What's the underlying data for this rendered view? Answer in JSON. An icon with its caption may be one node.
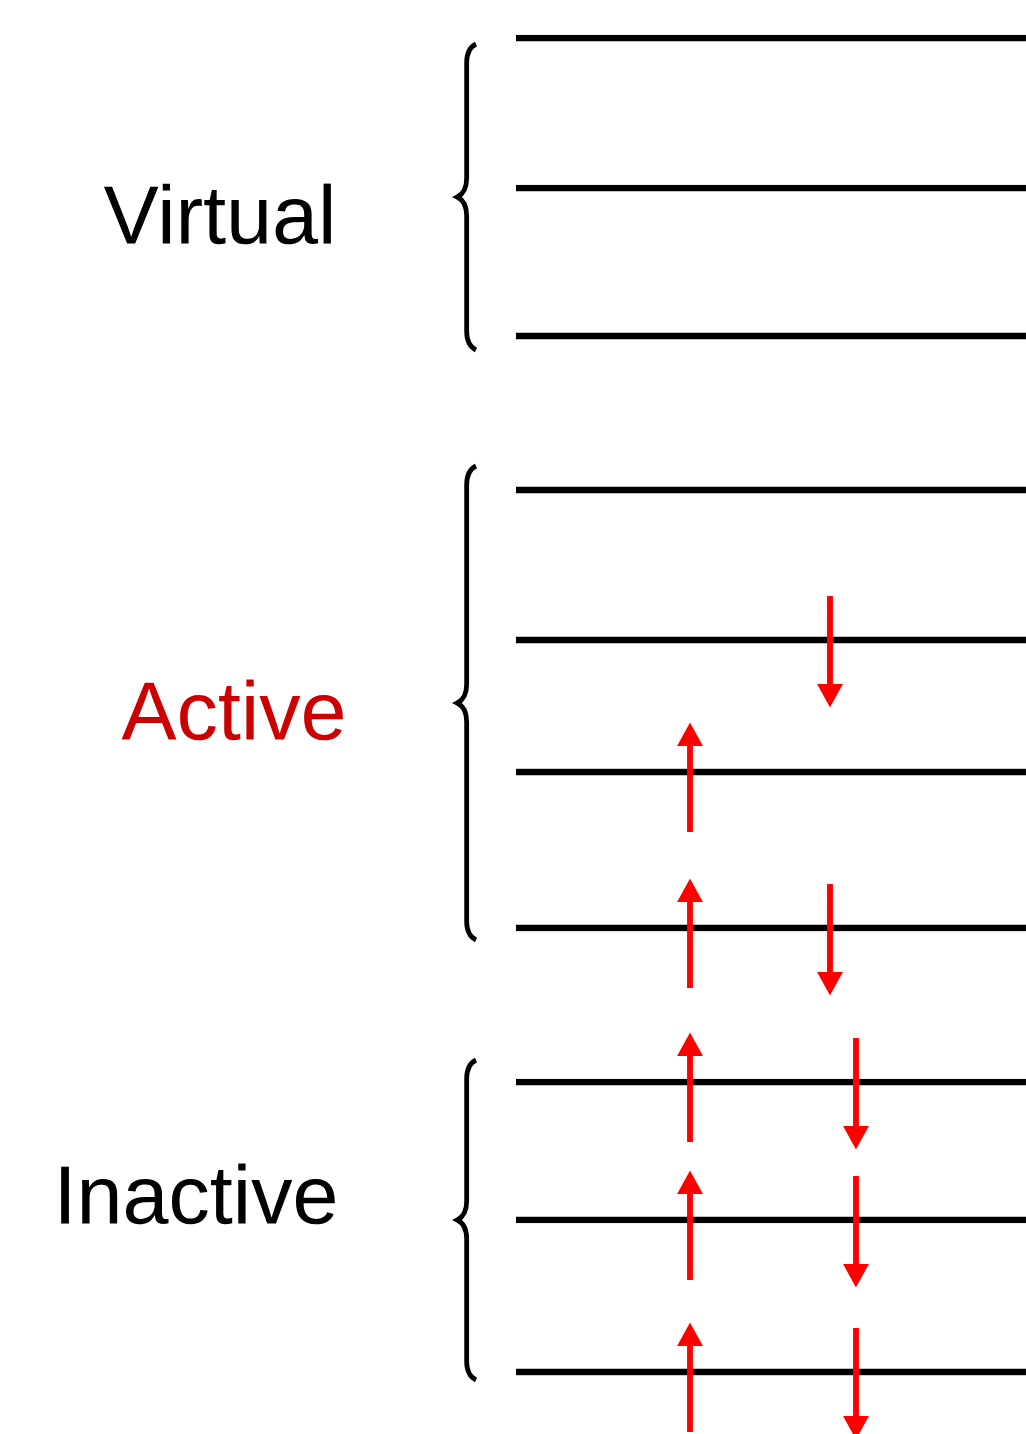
{
  "diagram": {
    "labels": [
      "Virtual",
      "Active",
      "Inactive"
    ]
  }
}
